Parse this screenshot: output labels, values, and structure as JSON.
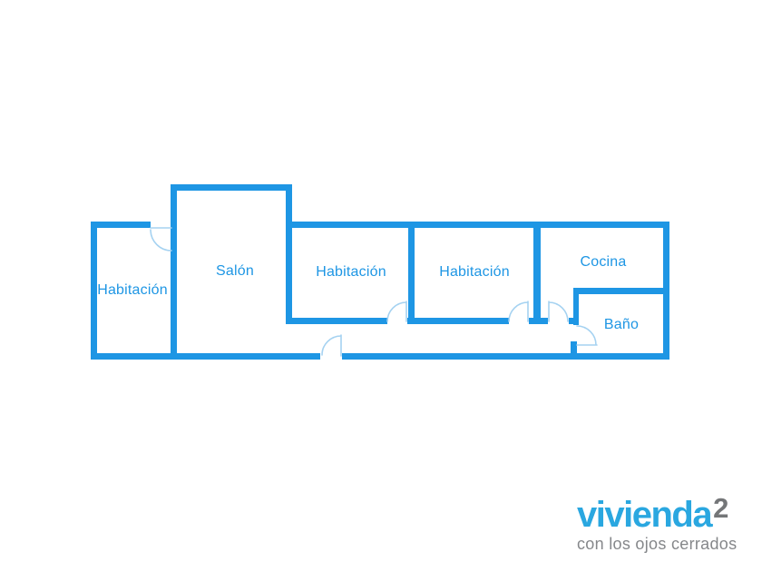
{
  "page": {
    "background": "#ffffff"
  },
  "colors": {
    "wall": "#1E96E4",
    "door_line": "#A5D2F1",
    "label_text": "#1E96E4",
    "brand_blue": "#2AA7E0",
    "brand_gray": "#747678",
    "tagline_gray": "#85878A"
  },
  "rooms": [
    {
      "id": "habitacion-1",
      "label": "Habitación"
    },
    {
      "id": "salon",
      "label": "Salón"
    },
    {
      "id": "habitacion-2",
      "label": "Habitación"
    },
    {
      "id": "habitacion-3",
      "label": "Habitación"
    },
    {
      "id": "cocina",
      "label": "Cocina"
    },
    {
      "id": "bano",
      "label": "Baño"
    }
  ],
  "brand": {
    "name": "vivienda",
    "superscript": "2",
    "tagline": "con los ojos cerrados"
  }
}
